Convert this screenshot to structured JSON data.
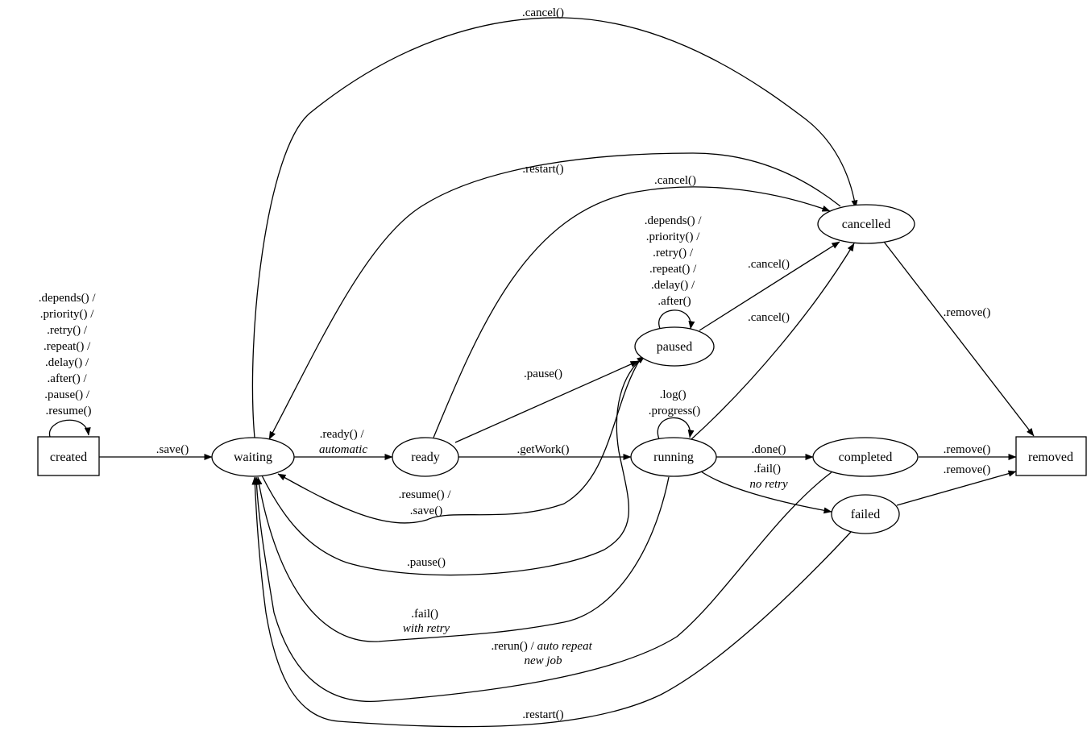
{
  "nodes": {
    "created": "created",
    "waiting": "waiting",
    "ready": "ready",
    "running": "running",
    "paused": "paused",
    "cancelled": "cancelled",
    "completed": "completed",
    "failed": "failed",
    "removed": "removed"
  },
  "edges": {
    "created_self": [
      ".depends() /",
      ".priority() /",
      ".retry() /",
      ".repeat() /",
      ".delay() /",
      ".after() /",
      ".pause() /",
      ".resume()"
    ],
    "created_waiting": [
      ".save()"
    ],
    "waiting_ready": [
      ".ready() /"
    ],
    "waiting_ready_em": [
      "automatic"
    ],
    "ready_running": [
      ".getWork()"
    ],
    "ready_paused": [
      ".pause()"
    ],
    "ready_cancelled": [
      ".cancel()"
    ],
    "waiting_cancelled": [
      ".cancel()"
    ],
    "cancelled_waiting": [
      ".restart()"
    ],
    "paused_self": [
      ".depends() /",
      ".priority() /",
      ".retry() /",
      ".repeat() /",
      ".delay() /",
      ".after()"
    ],
    "paused_cancelled": [
      ".cancel()"
    ],
    "paused_waiting": [
      ".resume() /",
      ".save()"
    ],
    "waiting_paused": [
      ".pause()"
    ],
    "running_self": [
      ".log()",
      ".progress()"
    ],
    "running_cancelled": [
      ".cancel()"
    ],
    "running_completed": [
      ".done()"
    ],
    "running_failed": [
      ".fail()"
    ],
    "running_failed_em": [
      "no retry"
    ],
    "running_waiting": [
      ".fail()"
    ],
    "running_waiting_em": [
      "with retry"
    ],
    "completed_waiting_prefix": [
      ".rerun() / "
    ],
    "completed_waiting_em": [
      "auto repeat",
      "new job"
    ],
    "failed_waiting": [
      ".restart()"
    ],
    "completed_removed": [
      ".remove()"
    ],
    "failed_removed": [
      ".remove()"
    ],
    "cancelled_removed": [
      ".remove()"
    ]
  }
}
